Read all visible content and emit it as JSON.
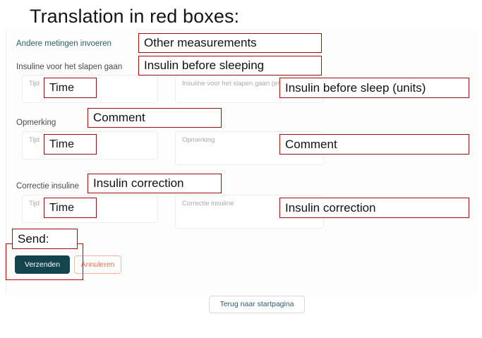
{
  "slide": {
    "title": "Translation in red boxes:"
  },
  "form": {
    "section_heading": "Andere metingen invoeren",
    "groups": [
      {
        "label": "Insuline voor het slapen gaan",
        "time_placeholder": "Tijd",
        "value_placeholder": "Insuline voor het slapen gaan (eh)"
      },
      {
        "label": "Opmerking",
        "time_placeholder": "Tijd",
        "value_placeholder": "Opmerking"
      },
      {
        "label": "Correctie insuline",
        "time_placeholder": "Tijd",
        "value_placeholder": "Correctie insuline"
      }
    ],
    "buttons": {
      "submit": "Verzenden",
      "cancel": "Annuleren",
      "home": "Terug naar startpagina"
    }
  },
  "translations": {
    "section_heading": "Other measurements",
    "group1_label": "Insulin before sleeping",
    "group1_time": "Time",
    "group1_value": "Insulin before sleep (units)",
    "group2_label": "Comment",
    "group2_time": "Time",
    "group2_value": "Comment",
    "group3_label": "Insulin correction",
    "group3_time": "Time",
    "group3_value": "Insulin correction",
    "send_label": "Send:"
  },
  "colors": {
    "annotation_red": "#9c0f10",
    "frame_red": "#c00000",
    "submit_teal": "#14454f",
    "cancel_orange": "#e2714b",
    "heading_teal": "#2c5d6b"
  }
}
